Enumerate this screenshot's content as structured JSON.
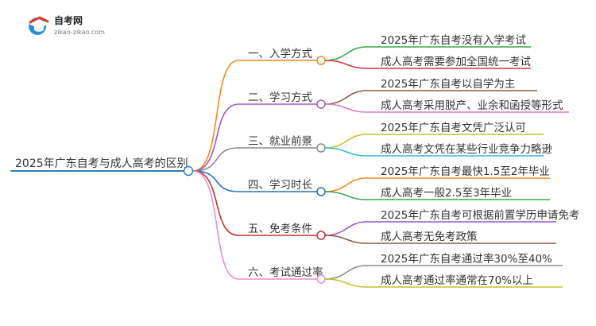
{
  "logo": {
    "name": "自考网",
    "url_text": "zikao-zikao.com",
    "colors": {
      "primary": "#2a8fd6",
      "accent": "#e23b2e"
    }
  },
  "mindmap": {
    "root": "2025年广东自考与成人高考的区别",
    "root_color": "#2a7fc4",
    "branches": [
      {
        "label": "一、入学方式",
        "color": "#f0891c",
        "leaves": [
          {
            "text": "2025年广东自考没有入学考试",
            "color": "#3aa84a"
          },
          {
            "text": "成人高考需要参加全国统一考试",
            "color": "#d9333f"
          }
        ]
      },
      {
        "label": "二、学习方式",
        "color": "#9d57c7",
        "leaves": [
          {
            "text": "2025年广东自考以自学为主",
            "color": "#8d5a43"
          },
          {
            "text": "成人高考采用脱产、业余和函授等形式",
            "color": "#e27ac2"
          }
        ]
      },
      {
        "label": "三、就业前景",
        "color": "#8a8a8a",
        "leaves": [
          {
            "text": "2025年广东自考文凭广泛认可",
            "color": "#c6c22a"
          },
          {
            "text": "成人高考文凭在某些行业竞争力略逊",
            "color": "#2fbdd0"
          }
        ]
      },
      {
        "label": "四、学习时长",
        "color": "#2a6fc0",
        "leaves": [
          {
            "text": "2025年广东自考最快1.5至2年毕业",
            "color": "#f28a1e"
          },
          {
            "text": "成人高考一般2.5至3年毕业",
            "color": "#3aa84a"
          }
        ]
      },
      {
        "label": "五、免考条件",
        "color": "#c8302f",
        "leaves": [
          {
            "text": "2025年广东自考可根据前置学历申请免考",
            "color": "#9d57c7"
          },
          {
            "text": "成人高考无免考政策",
            "color": "#8d5a43"
          }
        ]
      },
      {
        "label": "六、考试通过率",
        "color": "#e98fcf",
        "leaves": [
          {
            "text": "2025年广东自考通过率30%至40%",
            "color": "#8a8a8a"
          },
          {
            "text": "成人高考通过率通常在70%以上",
            "color": "#c6c22a"
          }
        ]
      }
    ]
  }
}
